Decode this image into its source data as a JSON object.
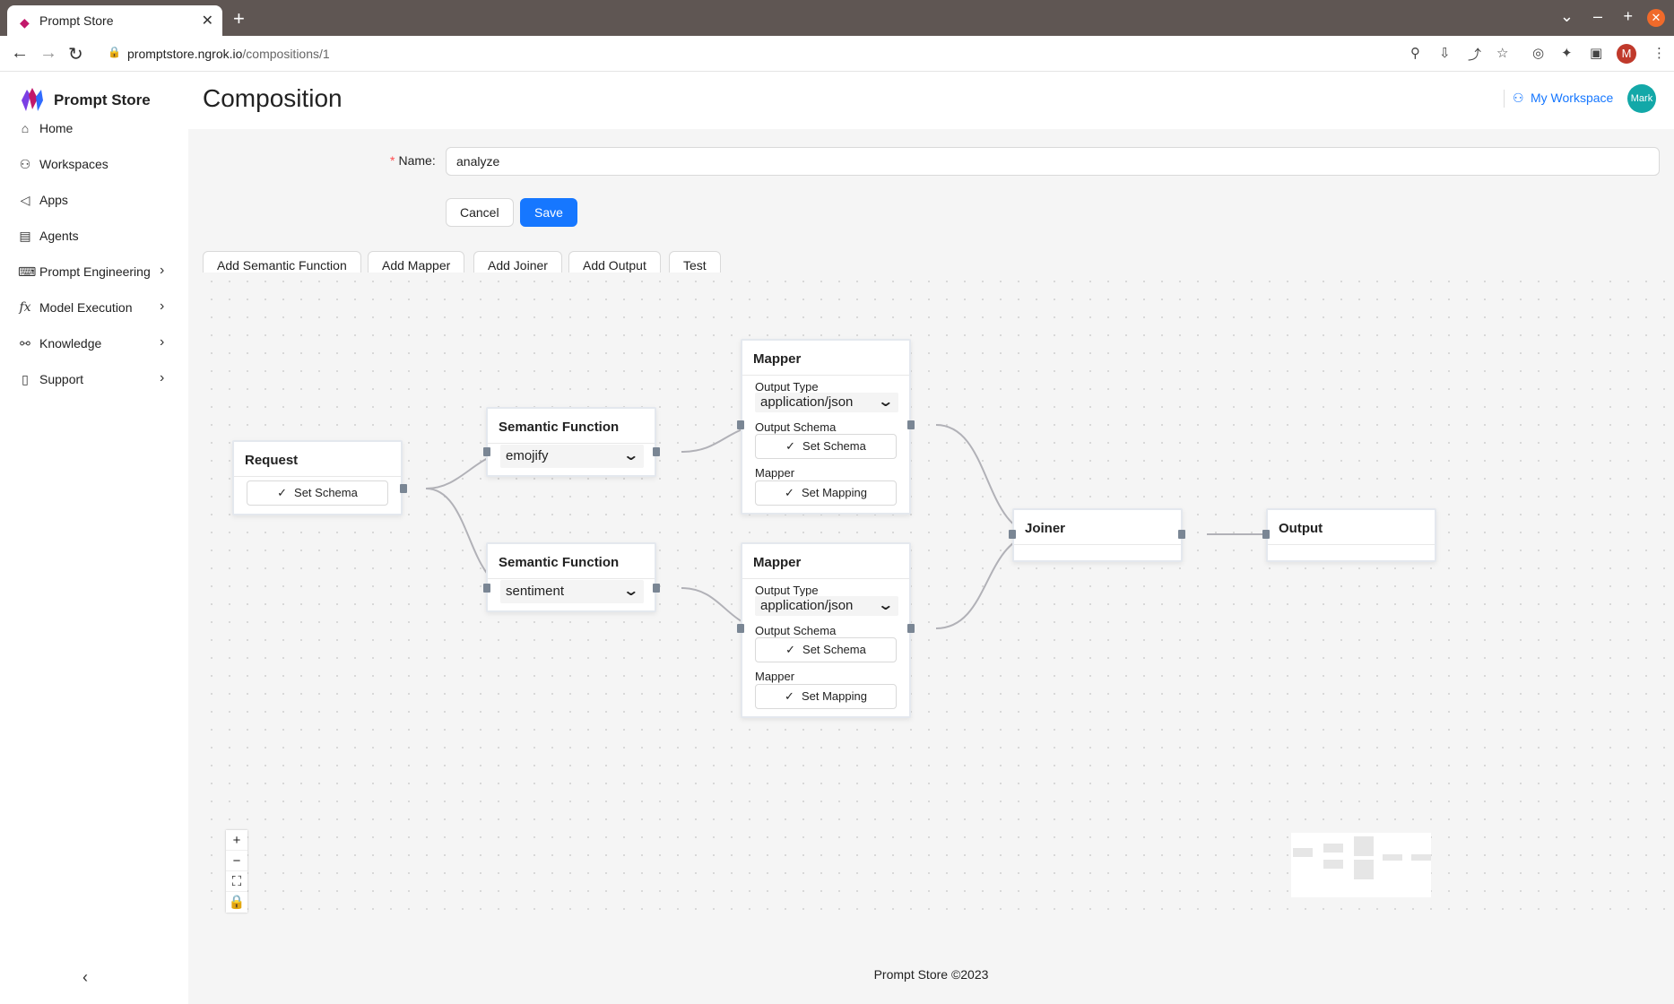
{
  "browser": {
    "tab_title": "Prompt Store",
    "url_host": "promptstore.ngrok.io",
    "url_path": "/compositions/1",
    "profile_initial": "M"
  },
  "sidebar": {
    "app_name": "Prompt Store",
    "items": [
      {
        "label": "Home",
        "icon": "home-icon"
      },
      {
        "label": "Workspaces",
        "icon": "users-icon"
      },
      {
        "label": "Apps",
        "icon": "megaphone-icon"
      },
      {
        "label": "Agents",
        "icon": "agent-icon"
      },
      {
        "label": "Prompt Engineering",
        "icon": "code-icon",
        "expandable": true
      },
      {
        "label": "Model Execution",
        "icon": "fx-icon",
        "expandable": true
      },
      {
        "label": "Knowledge",
        "icon": "graph-icon",
        "expandable": true
      },
      {
        "label": "Support",
        "icon": "book-icon",
        "expandable": true
      }
    ]
  },
  "header": {
    "title": "Composition",
    "workspace_label": "My Workspace",
    "avatar_text": "Mark"
  },
  "form": {
    "name_label": "Name",
    "name_value": "analyze",
    "cancel_label": "Cancel",
    "save_label": "Save"
  },
  "toolbar": {
    "add_semantic_function": "Add Semantic Function",
    "add_mapper": "Add Mapper",
    "add_joiner": "Add Joiner",
    "add_output": "Add Output",
    "test": "Test"
  },
  "nodes": {
    "request": {
      "title": "Request",
      "button": "Set Schema"
    },
    "sf1": {
      "title": "Semantic Function",
      "value": "emojify"
    },
    "sf2": {
      "title": "Semantic Function",
      "value": "sentiment"
    },
    "mapper1": {
      "title": "Mapper",
      "output_type_label": "Output Type",
      "output_type_value": "application/json",
      "output_schema_label": "Output Schema",
      "schema_button": "Set Schema",
      "mapper_label": "Mapper",
      "mapping_button": "Set Mapping"
    },
    "mapper2": {
      "title": "Mapper",
      "output_type_label": "Output Type",
      "output_type_value": "application/json",
      "output_schema_label": "Output Schema",
      "schema_button": "Set Schema",
      "mapper_label": "Mapper",
      "mapping_button": "Set Mapping"
    },
    "joiner": {
      "title": "Joiner"
    },
    "output": {
      "title": "Output"
    }
  },
  "footer": "Prompt Store ©2023",
  "colors": {
    "primary": "#1677ff",
    "logo": "#c2186b",
    "avatar": "#13a8a8",
    "handle": "#7a8694",
    "edge": "#b1b1b7"
  }
}
